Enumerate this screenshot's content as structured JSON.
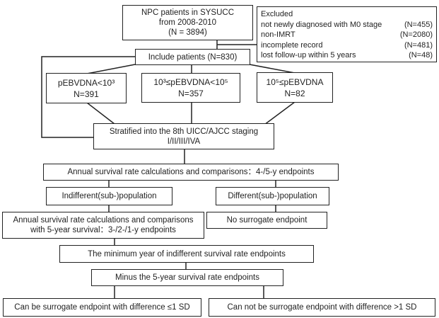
{
  "flowchart": {
    "npc_box": {
      "line1": "NPC patients in SYSUCC",
      "line2": "from 2008-2010",
      "line3": "(N = 3894)"
    },
    "excluded_box": {
      "title": "Excluded",
      "items": [
        {
          "label": "not newly diagnosed with M0 stage",
          "count": "(N=455)"
        },
        {
          "label": "non-IMRT",
          "count": "(N=2080)"
        },
        {
          "label": "incomplete record",
          "count": "(N=481)"
        },
        {
          "label": "lost follow-up within 5 years",
          "count": "(N=48)"
        }
      ]
    },
    "include_box": {
      "text": "Include patients (N=830)"
    },
    "ebv_low_box": {
      "line1": "pEBVDNA<10³",
      "line2": "N=391"
    },
    "ebv_mid_box": {
      "line1": "10³≤pEBVDNA<10⁵",
      "line2": "N=357"
    },
    "ebv_high_box": {
      "line1": "10⁵≤pEBVDNA",
      "line2": "N=82"
    },
    "stratified_box": {
      "line1": "Stratified into the 8th UICC/AJCC staging",
      "line2": "I/II/III/IVA"
    },
    "annual45_box": {
      "text": "Annual survival rate calculations and comparisons：4-/5-y endpoints"
    },
    "indifferent_box": {
      "text": "Indifferent(sub-)population"
    },
    "different_box": {
      "text": "Different(sub-)population"
    },
    "annual321_box": {
      "line1": "Annual survival rate calculations and comparisons",
      "line2": "with 5-year survival：3-/2-/1-y endpoints"
    },
    "no_surrogate_box": {
      "text": "No surrogate endpoint"
    },
    "min_year_box": {
      "text": "The minimum year of indifferent survival rate endpoints"
    },
    "minus_box": {
      "text": "Minus the 5-year survival rate endpoints"
    },
    "can_be_box": {
      "text": "Can be surrogate endpoint with difference ≤1 SD"
    },
    "cannot_be_box": {
      "text": "Can not be surrogate endpoint with difference >1 SD"
    }
  },
  "colors": {
    "line": "#222222",
    "text": "#1f1f1f",
    "background": "#ffffff"
  }
}
